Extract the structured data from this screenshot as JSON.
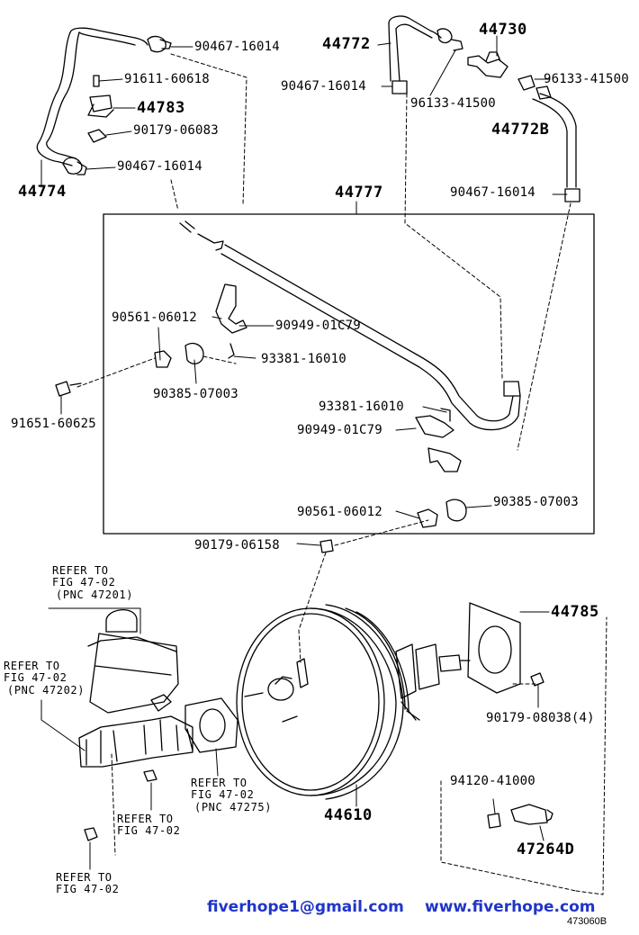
{
  "parts": {
    "p_90467_16014_a": "90467-16014",
    "p_91611_60618": "91611-60618",
    "p_44783": "44783",
    "p_90179_06083": "90179-06083",
    "p_90467_16014_b": "90467-16014",
    "p_44774": "44774",
    "p_44772": "44772",
    "p_44730": "44730",
    "p_90467_16014_c": "90467-16014",
    "p_96133_41500_a": "96133-41500",
    "p_96133_41500_b": "96133-41500",
    "p_44772B": "44772B",
    "p_90467_16014_d": "90467-16014",
    "p_44777": "44777",
    "p_90561_06012_a": "90561-06012",
    "p_90949_01C79_a": "90949-01C79",
    "p_93381_16010_a": "93381-16010",
    "p_90385_07003_a": "90385-07003",
    "p_91651_60625": "91651-60625",
    "p_93381_16010_b": "93381-16010",
    "p_90949_01C79_b": "90949-01C79",
    "p_90561_06012_b": "90561-06012",
    "p_90385_07003_b": "90385-07003",
    "p_90179_06158": "90179-06158",
    "p_44785": "44785",
    "p_90179_08038": "90179-08038(4)",
    "p_44610": "44610",
    "p_94120_41000": "94120-41000",
    "p_47264D": "47264D"
  },
  "refs": {
    "ref_a_1": "REFER TO",
    "ref_a_2": "FIG 47-02",
    "ref_a_3": "(PNC 47201)",
    "ref_b_1": "REFER TO",
    "ref_b_2": "FIG 47-02",
    "ref_b_3": "(PNC 47202)",
    "ref_c_1": "REFER TO",
    "ref_c_2": "FIG 47-02",
    "ref_c_3": "(PNC 47275)",
    "ref_d_1": "REFER TO",
    "ref_d_2": "FIG 47-02",
    "ref_e_1": "REFER TO",
    "ref_e_2": "FIG 47-02"
  },
  "watermark": {
    "email": "fiverhope1@gmail.com",
    "website": "www.fiverhope.com",
    "color": "#2035c8"
  },
  "diagram_code": "473060B"
}
